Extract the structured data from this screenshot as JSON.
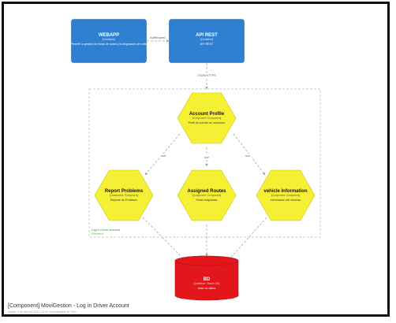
{
  "diagram": {
    "footer_title": "[Component] MoviGestion - Log in Driver Account",
    "footer_subtitle": "jueves, 4 de abril de 2024, 10:49 hora estándar de Perú",
    "boundary_label": "Log in Driver Account",
    "boundary_sublabel": "[Container]",
    "colors": {
      "container": "#2f80d1",
      "component": "#f6f035",
      "component_border": "#c9c200",
      "database": "#e3161b",
      "edge": "#9e9e9e",
      "boundary": "#b8b8b8",
      "boundary_label": "#2e9c2e"
    },
    "nodes": [
      {
        "id": "webapp",
        "shape": "box",
        "title": "WEBAPP",
        "type": "[Container]",
        "description": "Permite la gestion de flotas de autos y la asignacion de rutas"
      },
      {
        "id": "api",
        "shape": "box",
        "title": "API REST",
        "type": "[Container]",
        "description": "API REST"
      },
      {
        "id": "account",
        "shape": "hexagon",
        "title": "Account Profile",
        "type": "[Component: Component]",
        "description": "Perfil de cuenta de conductor"
      },
      {
        "id": "report",
        "shape": "hexagon",
        "title": "Report Problems",
        "type": "[Component: Component]",
        "description": "Reporte de Problems"
      },
      {
        "id": "routes",
        "shape": "hexagon",
        "title": "Assigned Routes",
        "type": "[Component: Component]",
        "description": "Rutas Asignadas"
      },
      {
        "id": "vehicle",
        "shape": "hexagon",
        "title": "vehicle Information",
        "type": "[Component: Component]",
        "description": "Informacion del vehiculo"
      },
      {
        "id": "bd",
        "shape": "cylinder",
        "title": "BD",
        "type": "[Container: Oracle 19c]",
        "description": "base de datos"
      }
    ],
    "edges": [
      {
        "from": "webapp",
        "to": "api",
        "label": "ApiRequest"
      },
      {
        "from": "api",
        "to": "account",
        "label": "JSON/HTTPS"
      },
      {
        "from": "account",
        "to": "report",
        "label": "use"
      },
      {
        "from": "account",
        "to": "routes",
        "label": "use"
      },
      {
        "from": "account",
        "to": "vehicle",
        "label": "use"
      },
      {
        "from": "report",
        "to": "bd",
        "label": ""
      },
      {
        "from": "routes",
        "to": "bd",
        "label": ""
      },
      {
        "from": "vehicle",
        "to": "bd",
        "label": ""
      }
    ]
  }
}
